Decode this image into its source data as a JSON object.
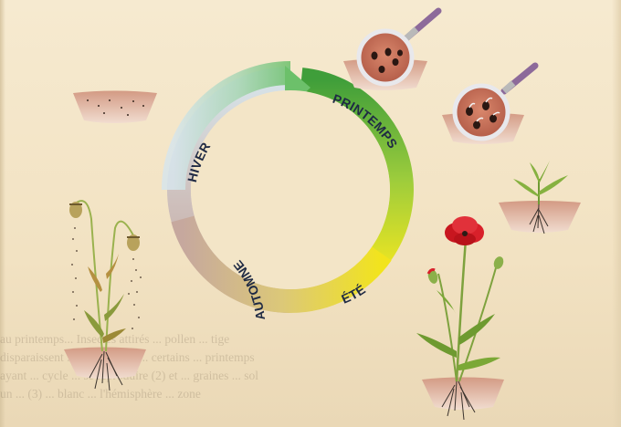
{
  "seasons": {
    "winter": "HIVER",
    "spring": "PRINTEMPS",
    "summer": "ÉTÉ",
    "autumn": "AUTOMNE"
  },
  "background_text": [
    "au printemps... Insectes attirés ... pollen ... tige",
    "disparaissent ... adultes, qui ... certains ... printemps",
    "ayant ... cycle ... se reproduire (2) et ... graines ... sol",
    "un ... (3) ... blanc ... l'hémisphère ... zone"
  ],
  "colors": {
    "ring_winter": "#d9e6ea",
    "ring_spring": "#4aa83c",
    "ring_summer": "#f0e21e",
    "ring_autumn": "#c9a896",
    "soil": "#d9a58f",
    "petal": "#d8202a",
    "stem": "#7ea23e",
    "text": "#1f2a44"
  }
}
